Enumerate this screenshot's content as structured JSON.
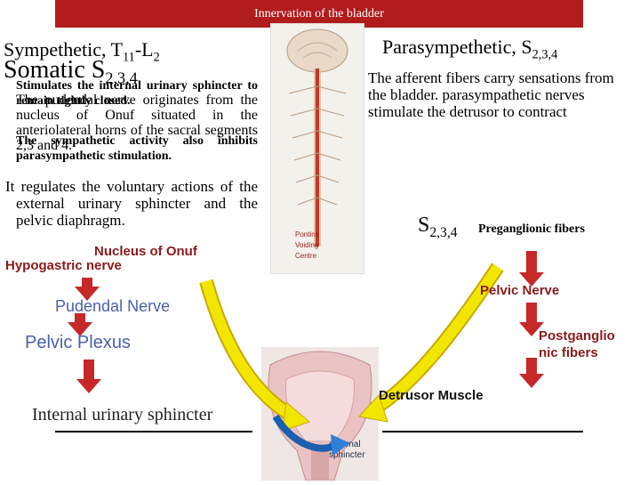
{
  "title": "Innervation of the bladder",
  "left": {
    "sympathetic_heading": "Sympethetic, T",
    "sympathetic_sub1": "11",
    "sympathetic_mid": "-L",
    "sympathetic_sub2": "2",
    "somatic_heading": "Somatic S",
    "somatic_sub": "2,3,4",
    "stimulates_text": "Stimulates the internal urinary sphincter to remain tightly closed.",
    "pudendal_text": "The pudendal nerve originates from the nucleus of Onuf situated in the anteriolateral horns of the sacral segments 2,3 and 4.",
    "sympathetic_activity_text": "The sympathetic activity also inhibits parasympathetic stimulation.",
    "regulates_text": "It regulates the voluntary actions of the external urinary sphincter and the pelvic diaphragm.",
    "nucleus_onuf": "Nucleus of Onuf",
    "hypogastric_nerve": "Hypogastric nerve",
    "pudendal_nerve": "Pudendal Nerve",
    "pelvic_plexus": "Pelvic Plexus",
    "internal_sphincter": "Internal urinary sphincter"
  },
  "right": {
    "parasympathetic_heading": "Parasympethetic, S",
    "parasympathetic_sub": "2,3,4",
    "afferent_text": "The afferent fibers carry sensations from the bladder. parasympathetic nerves stimulate the detrusor to contract",
    "s_label": "S",
    "s_sub": "2,3,4",
    "preganglionic": "Preganglionic fibers",
    "pelvic_nerve": "Pelvic Nerve",
    "postganglionic": "Postganglio nic fibers",
    "detrusor": "Detrusor Muscle"
  },
  "images": {
    "spine_label": "Pontine Voiding Centre",
    "external_sphincter": "external sphincter"
  },
  "colors": {
    "title_bg": "#b01c1c",
    "arrow_red": "#c62828",
    "arrow_yellow": "#f2e600",
    "arrow_blue": "#2f80d6",
    "dark_red_text": "#8b1a1a",
    "blue_text": "#4a5fb0"
  }
}
